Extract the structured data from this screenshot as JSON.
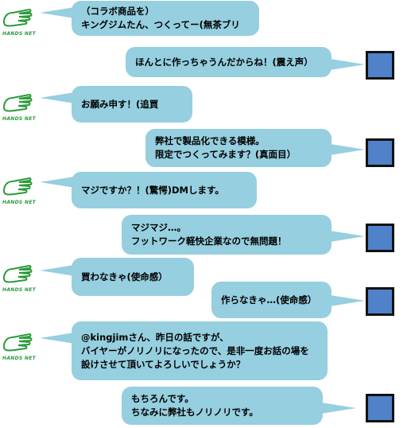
{
  "brand": {
    "logo_text": "HANDS NET",
    "logo_color": "#2a9a3a"
  },
  "colors": {
    "bubble": "#96cfdf",
    "avatar_fill": "#4f82c9",
    "avatar_border": "#111111"
  },
  "messages": [
    {
      "side": "left",
      "lines": [
        "（コラボ商品を）",
        "キングジムたん、つくってー(無茶ブリ"
      ]
    },
    {
      "side": "right",
      "lines": [
        "ほんとに作っちゃうんだからね！(震え声）"
      ]
    },
    {
      "side": "left",
      "lines": [
        "お願み申す！(追買"
      ]
    },
    {
      "side": "right",
      "lines": [
        "弊社で製品化できる模様。",
        "限定でつくってみます？(真面目）"
      ]
    },
    {
      "side": "left",
      "lines": [
        "マジですか？！(驚愕)DMします。"
      ]
    },
    {
      "side": "right",
      "lines": [
        "マジマジ…。",
        "フットワーク軽快企業なので無問題！"
      ]
    },
    {
      "side": "left",
      "lines": [
        "買わなきゃ(使命感）"
      ]
    },
    {
      "side": "right",
      "lines": [
        "作らなきゃ…(使命感）"
      ]
    },
    {
      "side": "left",
      "lines": [
        "@kingjimさん、昨日の話ですが、",
        "バイヤーがノリノリになったので、是非一度お話の場を",
        "設けさせて頂いてよろしいでしょうか？"
      ]
    },
    {
      "side": "right",
      "lines": [
        "もちろんです。",
        "ちなみに弊社もノリノリです。"
      ]
    }
  ]
}
